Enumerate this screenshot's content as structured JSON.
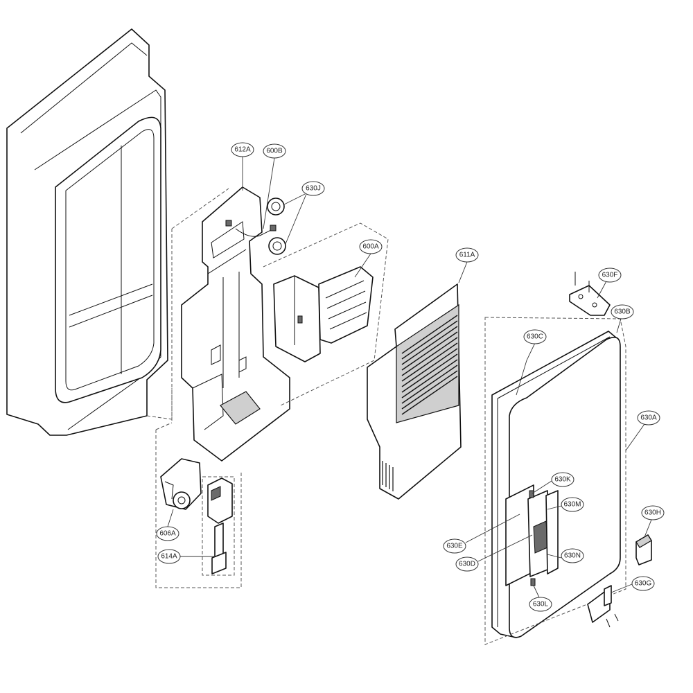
{
  "diagram": {
    "callouts": [
      {
        "id": "612a",
        "label": "612A"
      },
      {
        "id": "600b",
        "label": "600B"
      },
      {
        "id": "630j",
        "label": "630J"
      },
      {
        "id": "600a",
        "label": "600A"
      },
      {
        "id": "611a",
        "label": "611A"
      },
      {
        "id": "630f",
        "label": "630F"
      },
      {
        "id": "630b",
        "label": "630B"
      },
      {
        "id": "630c",
        "label": "630C"
      },
      {
        "id": "630a",
        "label": "630A"
      },
      {
        "id": "630k",
        "label": "630K"
      },
      {
        "id": "630m",
        "label": "630M"
      },
      {
        "id": "630h",
        "label": "630H"
      },
      {
        "id": "630e",
        "label": "630E"
      },
      {
        "id": "630d",
        "label": "630D"
      },
      {
        "id": "630n",
        "label": "630N"
      },
      {
        "id": "630l",
        "label": "630L"
      },
      {
        "id": "630g",
        "label": "630G"
      },
      {
        "id": "606a",
        "label": "606A"
      },
      {
        "id": "614a",
        "label": "614A"
      }
    ]
  }
}
